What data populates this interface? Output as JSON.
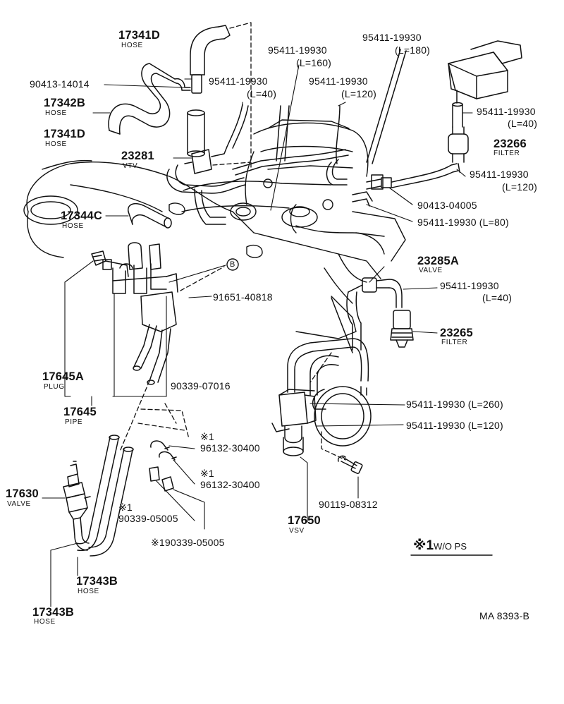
{
  "callouts": [
    {
      "id": "c1",
      "number": "17341D",
      "desc": "HOSE"
    },
    {
      "id": "c2",
      "number": "90413-14014"
    },
    {
      "id": "c3",
      "number": "17342B",
      "desc": "HOSE"
    },
    {
      "id": "c4",
      "number": "17341D",
      "desc": "HOSE"
    },
    {
      "id": "c5",
      "number": "23281",
      "desc": "VTV"
    },
    {
      "id": "c6",
      "number": "17344C",
      "desc": "HOSE"
    },
    {
      "id": "c7",
      "number": "95411-19930",
      "desc": "(L=160)"
    },
    {
      "id": "c8",
      "number": "95411-19930",
      "desc": "(L=40)"
    },
    {
      "id": "c9",
      "number": "95411-19930",
      "desc": "(L=120)"
    },
    {
      "id": "c10",
      "number": "95411-19930",
      "desc": "(L=180)"
    },
    {
      "id": "c11",
      "number": "95411-19930",
      "desc": "(L=40)"
    },
    {
      "id": "c12",
      "number": "23266",
      "desc": "FILTER"
    },
    {
      "id": "c13",
      "number": "95411-19930",
      "desc": "(L=120)"
    },
    {
      "id": "c14",
      "number": "90413-04005"
    },
    {
      "id": "c15",
      "number": "95411-19930 (L=80)"
    },
    {
      "id": "c16",
      "number": "23285A",
      "desc": "VALVE"
    },
    {
      "id": "c17",
      "number": "95411-19930",
      "desc": "(L=40)"
    },
    {
      "id": "c18",
      "number": "23265",
      "desc": "FILTER"
    },
    {
      "id": "c19",
      "number": "91651-40818"
    },
    {
      "id": "c20",
      "number": "17645A",
      "desc": "PLUG"
    },
    {
      "id": "c21",
      "number": "90339-07016"
    },
    {
      "id": "c22",
      "number": "17645",
      "desc": "PIPE"
    },
    {
      "id": "c23",
      "number": "95411-19930 (L=260)"
    },
    {
      "id": "c24",
      "number": "95411-19930 (L=120)"
    },
    {
      "id": "c25",
      "number": "96132-30400",
      "mark": "※1"
    },
    {
      "id": "c26",
      "number": "96132-30400",
      "mark": "※1"
    },
    {
      "id": "c27",
      "number": "90339-05005",
      "mark": "※1"
    },
    {
      "id": "c28",
      "number": "※190339-05005"
    },
    {
      "id": "c29",
      "number": "17630",
      "desc": "VALVE"
    },
    {
      "id": "c30",
      "number": "90119-08312"
    },
    {
      "id": "c31",
      "number": "17650",
      "desc": "VSV"
    },
    {
      "id": "c32",
      "number": "17343B",
      "desc": "HOSE"
    },
    {
      "id": "c33",
      "number": "17343B",
      "desc": "HOSE"
    }
  ],
  "connector_marker": "B",
  "footnote": {
    "mark": "※1",
    "text": "W/O PS"
  },
  "figure_ref": "MA 8393-B"
}
